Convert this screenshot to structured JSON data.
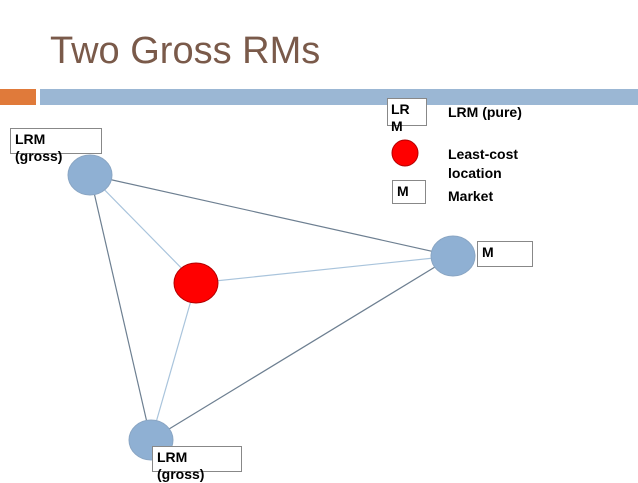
{
  "title": "Two Gross RMs",
  "nodes": {
    "top_left_label": "LRM (gross)",
    "right_label": "M",
    "bottom_label": "LRM (gross)"
  },
  "legend": {
    "lrm_box_label": "LR M",
    "lrm_desc": "LRM (pure)",
    "least_cost_desc": "Least-cost location",
    "market_box_label": "M",
    "market_desc": "Market"
  },
  "colors": {
    "title": "#7a5a4a",
    "accent_orange": "#e07a3a",
    "accent_blue": "#9bb7d4",
    "node_fill": "#8fb0d3",
    "least_cost_fill": "#ff0000",
    "edge_outer": "#6d7f91",
    "edge_inner": "#a9c4dc"
  }
}
